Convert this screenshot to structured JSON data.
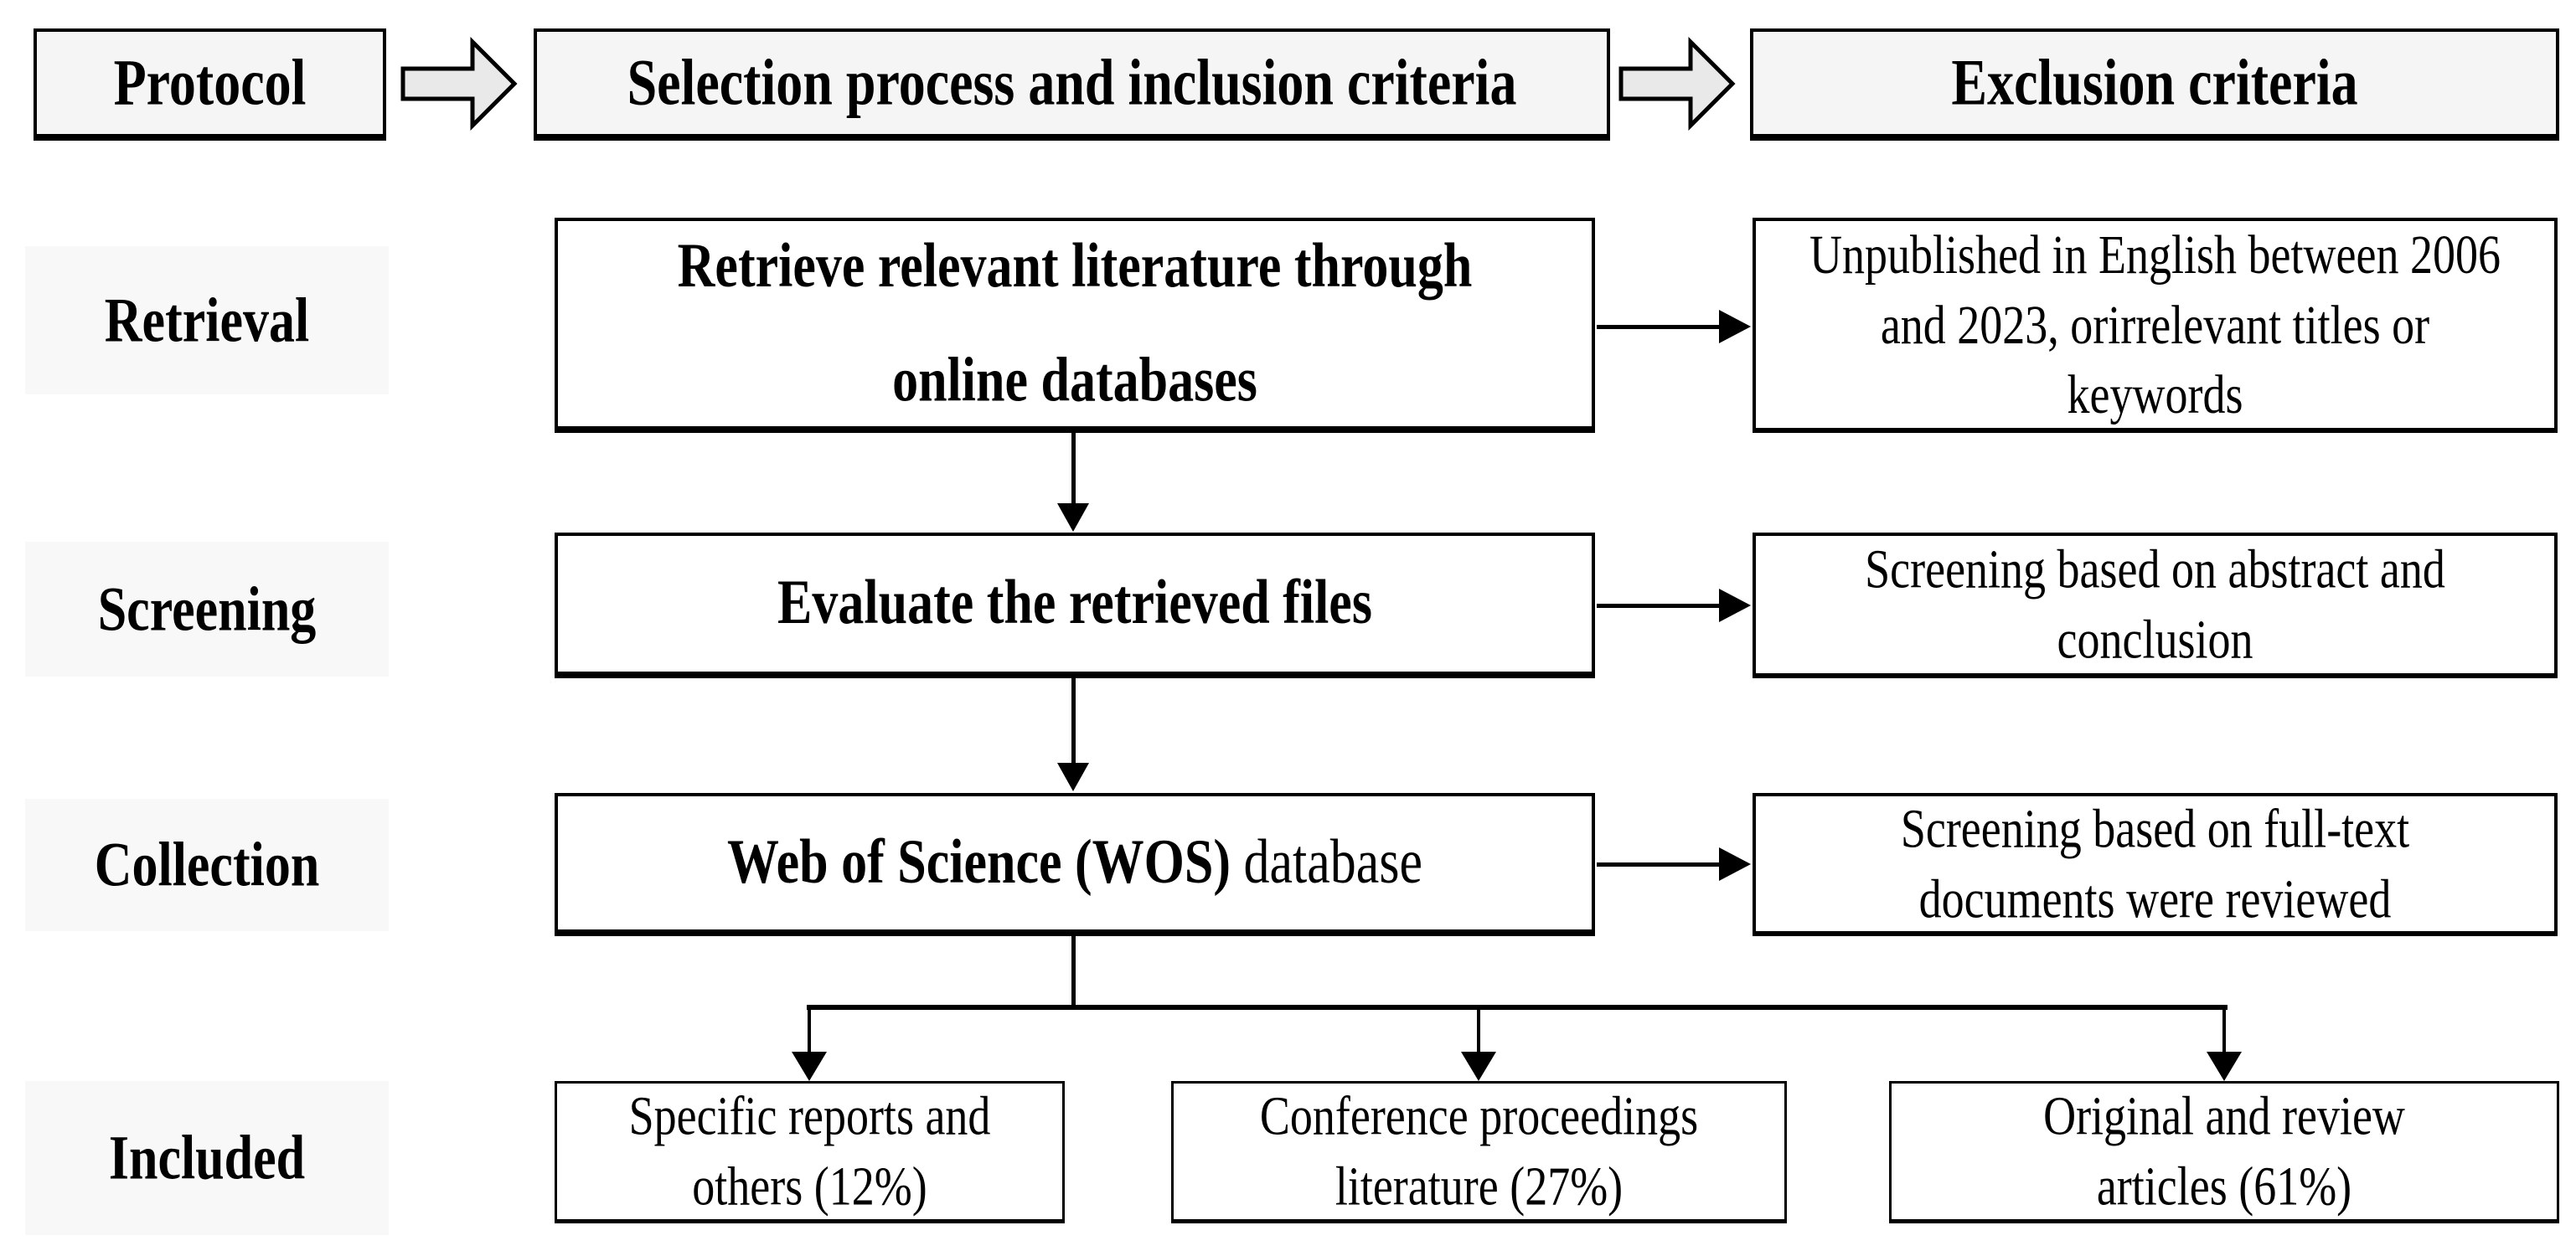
{
  "header": {
    "protocol": "Protocol",
    "selection": "Selection process and inclusion criteria",
    "exclusion": "Exclusion criteria"
  },
  "rows": {
    "retrieval": {
      "label": "Retrieval",
      "process": [
        "Retrieve relevant literature through",
        "online databases"
      ],
      "exclusion": [
        "Unpublished in English between 2006",
        "and 2023, orirrelevant titles or",
        "keywords"
      ]
    },
    "screening": {
      "label": "Screening",
      "process": [
        "Evaluate the retrieved files"
      ],
      "exclusion": [
        "Screening based on abstract and",
        "conclusion"
      ]
    },
    "collection": {
      "label": "Collection",
      "process_bold": "Web of Science (WOS)",
      "process_regular": " database",
      "exclusion": [
        "Screening based on full-text",
        "documents were reviewed"
      ]
    },
    "included": {
      "label": "Included",
      "boxes": [
        [
          "Specific reports and",
          "others (12%)"
        ],
        [
          "Conference proceedings",
          "literature (27%)"
        ],
        [
          "Original and review",
          "articles (61%)"
        ]
      ]
    }
  },
  "colors": {
    "header_fill": "#f5f5f5",
    "label_fill": "#f8f8f8",
    "arrow_fill": "#e9e9e9",
    "process_fill": "#ffffff",
    "line": "#000000"
  }
}
